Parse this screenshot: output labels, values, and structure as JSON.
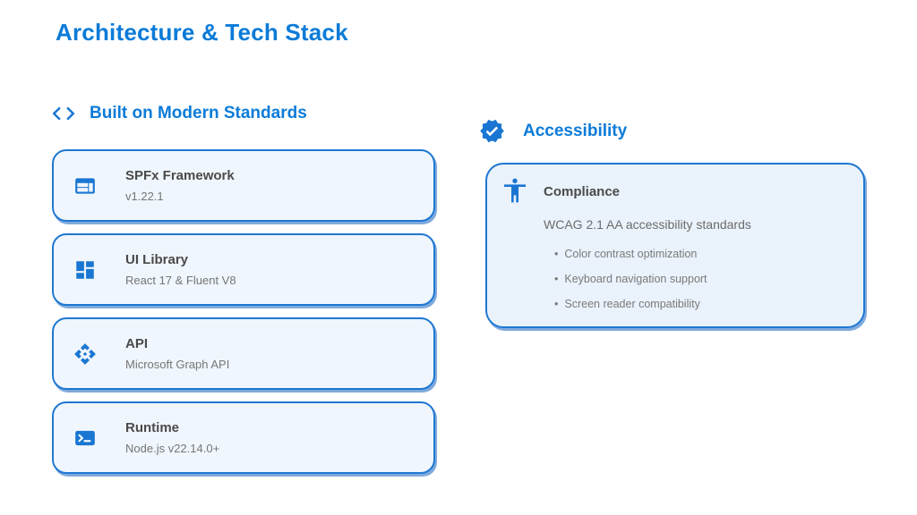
{
  "slide": {
    "title": "Architecture & Tech Stack"
  },
  "standards": {
    "heading": "Built on Modern Standards",
    "cards": [
      {
        "icon": "web-layout-icon",
        "title": "SPFx Framework",
        "subtitle": "v1.22.1"
      },
      {
        "icon": "dashboard-grid-icon",
        "title": "UI Library",
        "subtitle": "React 17 & Fluent V8"
      },
      {
        "icon": "api-hub-icon",
        "title": "API",
        "subtitle": "Microsoft Graph API"
      },
      {
        "icon": "terminal-icon",
        "title": "Runtime",
        "subtitle": "Node.js v22.14.0+"
      }
    ]
  },
  "accessibility": {
    "heading": "Accessibility",
    "card": {
      "icon": "accessibility-person-icon",
      "title": "Compliance",
      "description": "WCAG 2.1 AA accessibility standards",
      "bullets": [
        "Color contrast optimization",
        "Keyboard navigation support",
        "Screen reader compatibility"
      ]
    }
  },
  "colors": {
    "accent_blue": "#0b7bd8",
    "icon_blue": "#1976d2",
    "card_border": "#1e78d2",
    "card_background": "#f0f6fd",
    "panel_background": "#eaf2fb",
    "card_title_text": "#4a4a4a",
    "card_subtitle_text": "#757575"
  }
}
